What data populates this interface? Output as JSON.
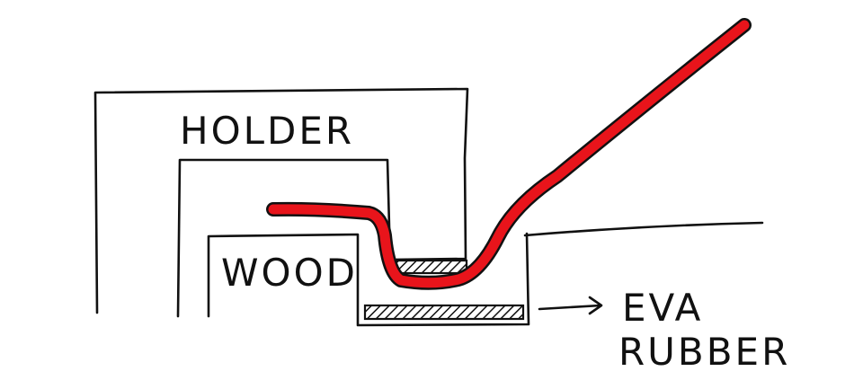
{
  "labels": {
    "holder": "HOLDER",
    "wood": "WOOD",
    "eva_line1": "EVA",
    "eva_line2": "RUBBER"
  },
  "colors": {
    "ink": "#111111",
    "strap": "#e8141b",
    "background": "#ffffff"
  }
}
